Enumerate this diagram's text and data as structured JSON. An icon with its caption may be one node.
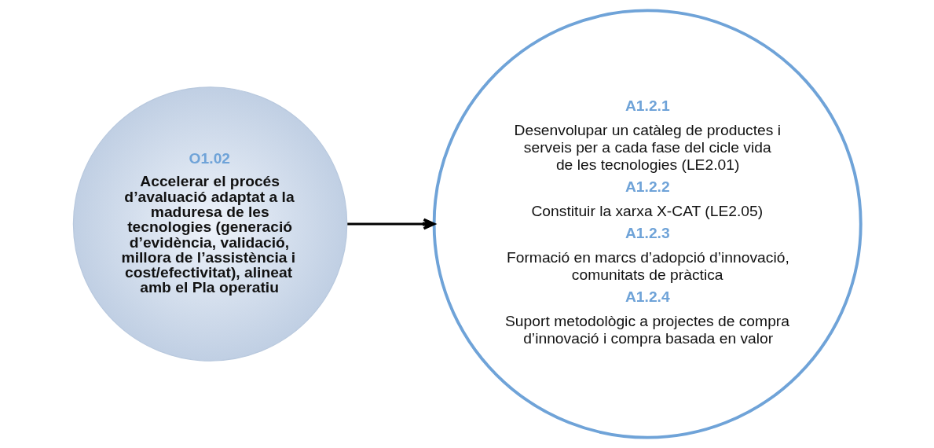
{
  "diagram": {
    "nodes": [
      {
        "text": [
          "O1.02",
          "Accelerar el procés d’avaluació adaptat a la maduresa de les tecnologies (generació d’evidència, validació, millora de l’assistència i cost/efectivitat), alineat amb el Pla operatiu"
        ]
      },
      {
        "text": [
          "A1.2.1",
          "Desenvolupar un catàleg de productes i serveis per a cada fase del cicle vida de les tecnologies (LE2.01)",
          "A1.2.2",
          "Constituir la xarxa X-CAT (LE2.05)",
          "A1.2.3",
          "Formació en marcs d’adopció d’innovació, comunitats de pràctica",
          "A1.2.4",
          "Suport metodològic a projectes de compra d’innovació i compra basada en valor"
        ]
      }
    ],
    "edges": [
      {
        "from": 0,
        "to": 1,
        "arrow": "to"
      }
    ]
  }
}
